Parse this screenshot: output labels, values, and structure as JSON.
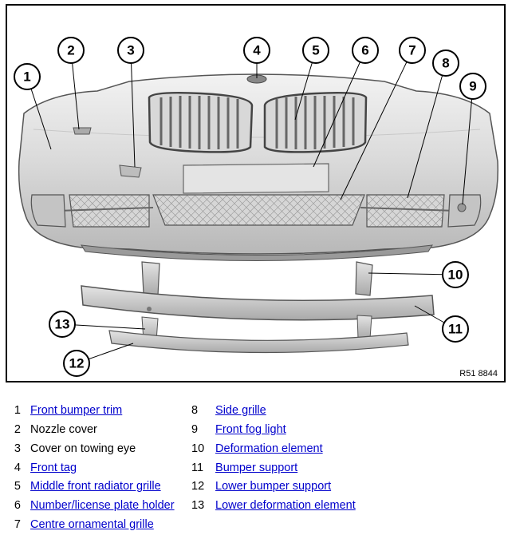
{
  "diagram": {
    "reference_code": "R51 8844",
    "callouts": [
      "1",
      "2",
      "3",
      "4",
      "5",
      "6",
      "7",
      "8",
      "9",
      "10",
      "11",
      "12",
      "13"
    ]
  },
  "legend": {
    "items": [
      {
        "number": "1",
        "label": "Front bumper trim",
        "link": true
      },
      {
        "number": "2",
        "label": "Nozzle cover",
        "link": false
      },
      {
        "number": "3",
        "label": "Cover on towing eye",
        "link": false
      },
      {
        "number": "4",
        "label": "Front tag",
        "link": true
      },
      {
        "number": "5",
        "label": "Middle front radiator grille",
        "link": true
      },
      {
        "number": "6",
        "label": "Number/license plate holder",
        "link": true
      },
      {
        "number": "7",
        "label": "Centre ornamental grille",
        "link": true
      },
      {
        "number": "8",
        "label": "Side grille",
        "link": true
      },
      {
        "number": "9",
        "label": "Front fog light",
        "link": true
      },
      {
        "number": "10",
        "label": "Deformation element",
        "link": true
      },
      {
        "number": "11",
        "label": "Bumper support",
        "link": true
      },
      {
        "number": "12",
        "label": "Lower bumper support",
        "link": true
      },
      {
        "number": "13",
        "label": "Lower deformation element",
        "link": true
      }
    ]
  }
}
